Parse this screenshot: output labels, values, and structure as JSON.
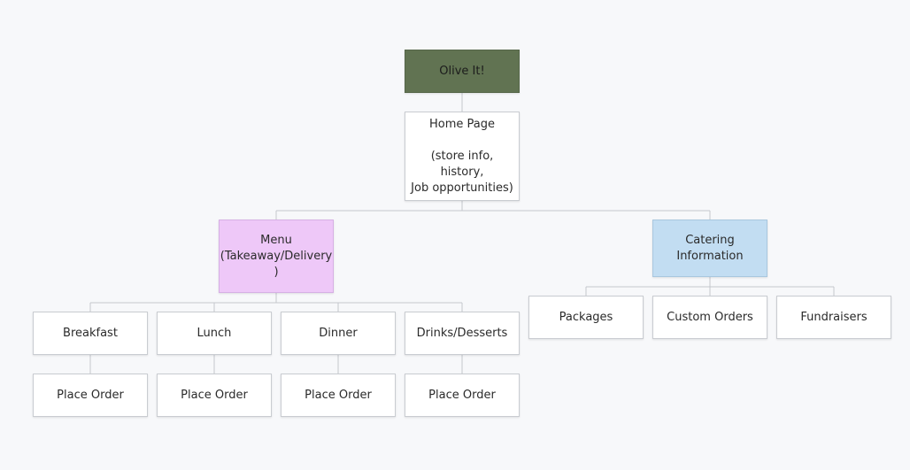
{
  "root": {
    "label": "Olive It!"
  },
  "home": {
    "title": "Home Page",
    "detail_line1": "(store info, history,",
    "detail_line2": "Job opportunities)"
  },
  "menu": {
    "line1": "Menu",
    "line2": "(Takeaway/Delivery",
    "line3": ")",
    "categories": [
      {
        "label": "Breakfast",
        "action": "Place Order"
      },
      {
        "label": "Lunch",
        "action": "Place Order"
      },
      {
        "label": "Dinner",
        "action": "Place Order"
      },
      {
        "label": "Drinks/Desserts",
        "action": "Place Order"
      }
    ]
  },
  "catering": {
    "line1": "Catering",
    "line2": "Information",
    "items": [
      {
        "label": "Packages"
      },
      {
        "label": "Custom Orders"
      },
      {
        "label": "Fundraisers"
      }
    ]
  },
  "colors": {
    "root_fill": "#617352",
    "menu_fill": "#eec8f8",
    "catering_fill": "#c2ddf2",
    "node_fill": "#ffffff",
    "background": "#f7f8fa"
  }
}
